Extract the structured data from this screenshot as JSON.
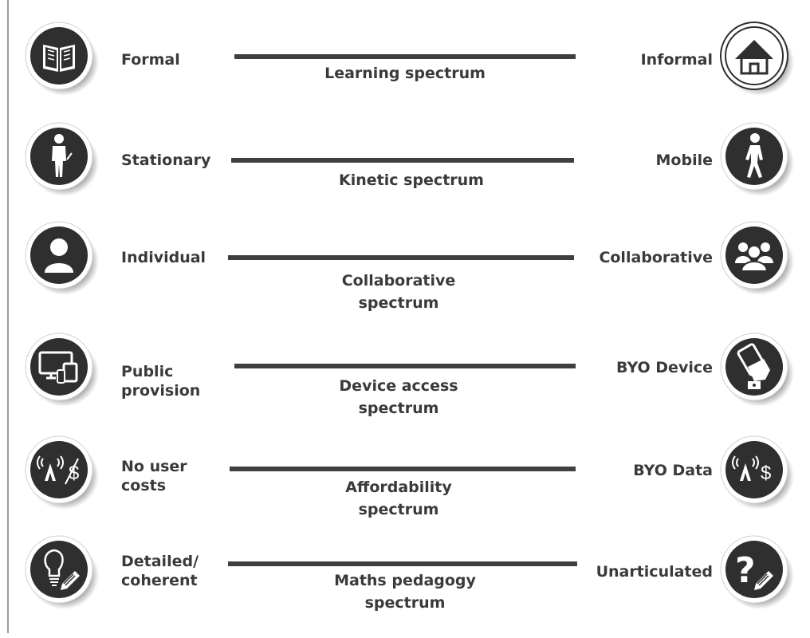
{
  "rows": [
    {
      "left_label": "Formal",
      "right_label": "Informal",
      "spectrum": "Learning spectrum",
      "left_icon": "book-icon",
      "right_icon": "house-icon"
    },
    {
      "left_label": "Stationary",
      "right_label": "Mobile",
      "spectrum": "Kinetic spectrum",
      "left_icon": "standing-person-icon",
      "right_icon": "walking-person-icon"
    },
    {
      "left_label": "Individual",
      "right_label": "Collaborative",
      "spectrum": "Collaborative\nspectrum",
      "left_icon": "user-icon",
      "right_icon": "group-icon"
    },
    {
      "left_label": "Public\nprovision",
      "right_label": "BYO Device",
      "spectrum": "Device access\nspectrum",
      "left_icon": "devices-icon",
      "right_icon": "hand-phone-icon"
    },
    {
      "left_label": "No user\ncosts",
      "right_label": "BYO Data",
      "spectrum": "Affordability\nspectrum",
      "left_icon": "antenna-no-dollar-icon",
      "right_icon": "antenna-dollar-icon"
    },
    {
      "left_label": "Detailed/\ncoherent",
      "right_label": "Unarticulated",
      "spectrum": "Maths pedagogy\nspectrum",
      "left_icon": "lightbulb-pencil-icon",
      "right_icon": "question-pencil-icon"
    }
  ],
  "colors": {
    "icon_dark": "#2f2f2f",
    "icon_ring": "#ffffff",
    "bar": "#3f3f3f",
    "text": "#3a3a3a"
  }
}
